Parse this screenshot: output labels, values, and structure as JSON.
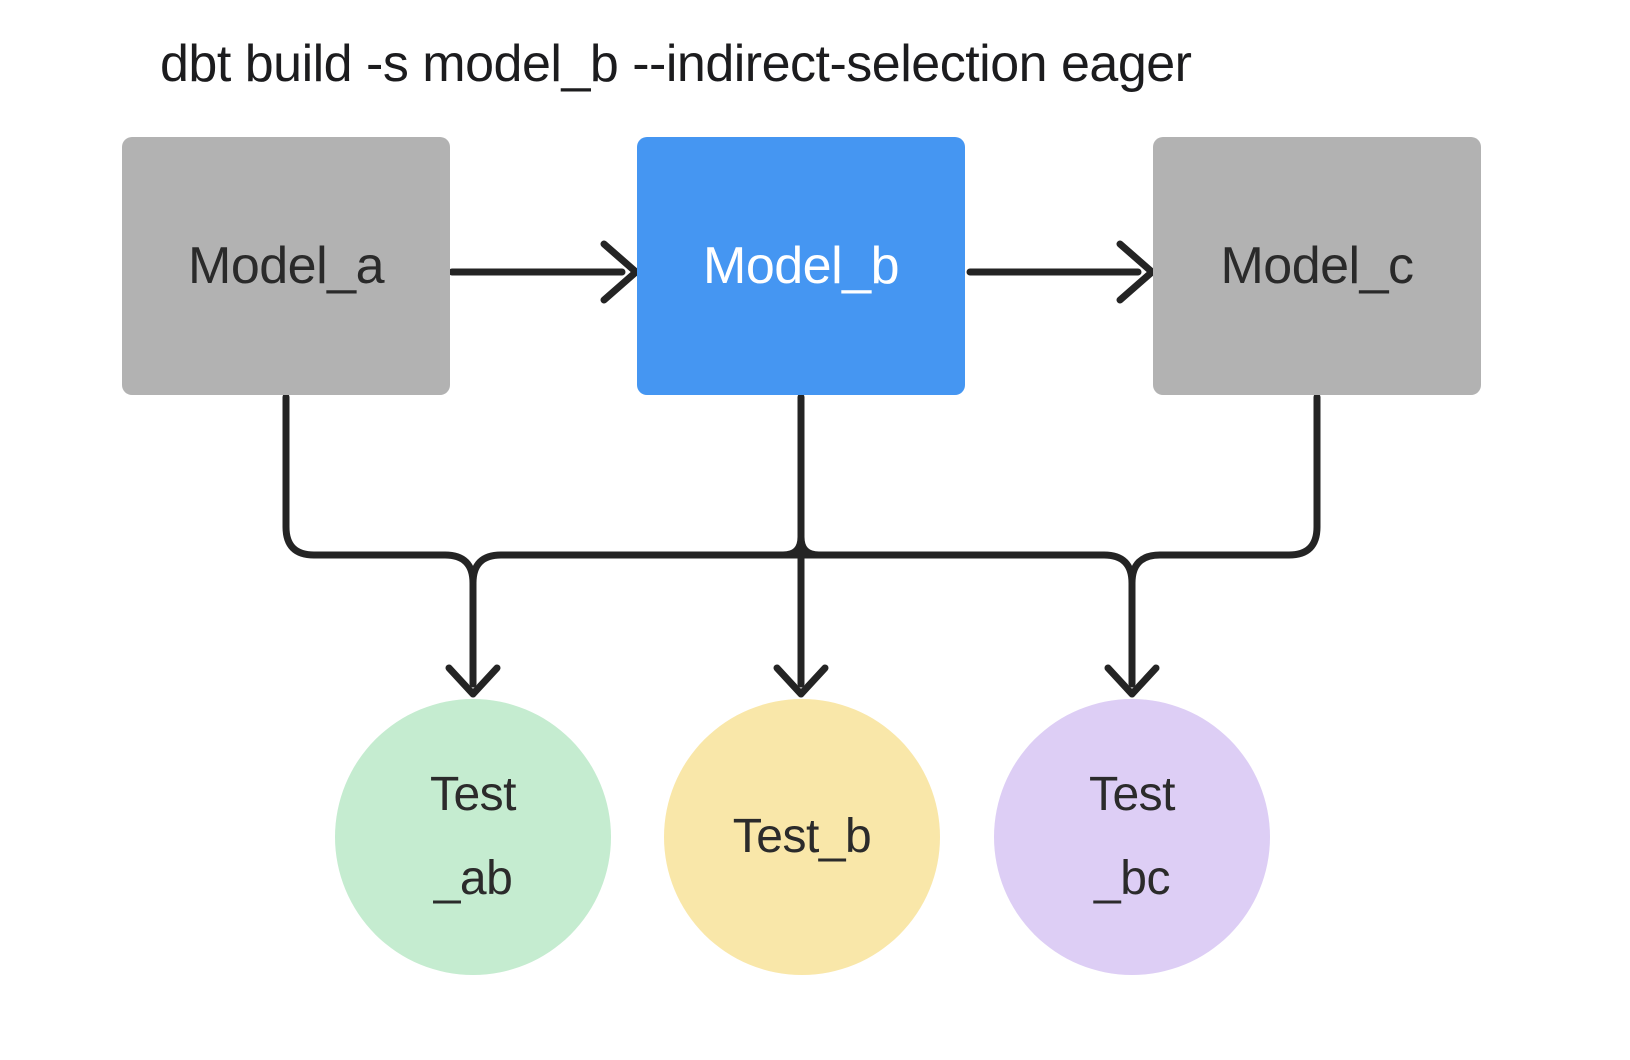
{
  "title": "dbt build -s model_b --indirect-selection eager",
  "diagram": {
    "type": "dag",
    "edge_color": "#242424",
    "models": [
      {
        "id": "model_a",
        "label": "Model_a",
        "fill": "#b2b2b2",
        "text_color": "#2a2a2a",
        "selected": false
      },
      {
        "id": "model_b",
        "label": "Model_b",
        "fill": "#4596f2",
        "text_color": "#ffffff",
        "selected": true
      },
      {
        "id": "model_c",
        "label": "Model_c",
        "fill": "#b2b2b2",
        "text_color": "#2a2a2a",
        "selected": false
      }
    ],
    "tests": [
      {
        "id": "test_ab",
        "line1": "Test",
        "line2": "_ab",
        "fill": "#c5ecd0"
      },
      {
        "id": "test_b",
        "line1": "Test_b",
        "line2": "",
        "fill": "#f9e7a9"
      },
      {
        "id": "test_bc",
        "line1": "Test",
        "line2": "_bc",
        "fill": "#ddcef5"
      }
    ],
    "edges": [
      {
        "from": "model_a",
        "to": "model_b"
      },
      {
        "from": "model_b",
        "to": "model_c"
      },
      {
        "from": "model_a",
        "to": "test_ab"
      },
      {
        "from": "model_b",
        "to": "test_ab"
      },
      {
        "from": "model_b",
        "to": "test_b"
      },
      {
        "from": "model_b",
        "to": "test_bc"
      },
      {
        "from": "model_c",
        "to": "test_bc"
      }
    ]
  }
}
